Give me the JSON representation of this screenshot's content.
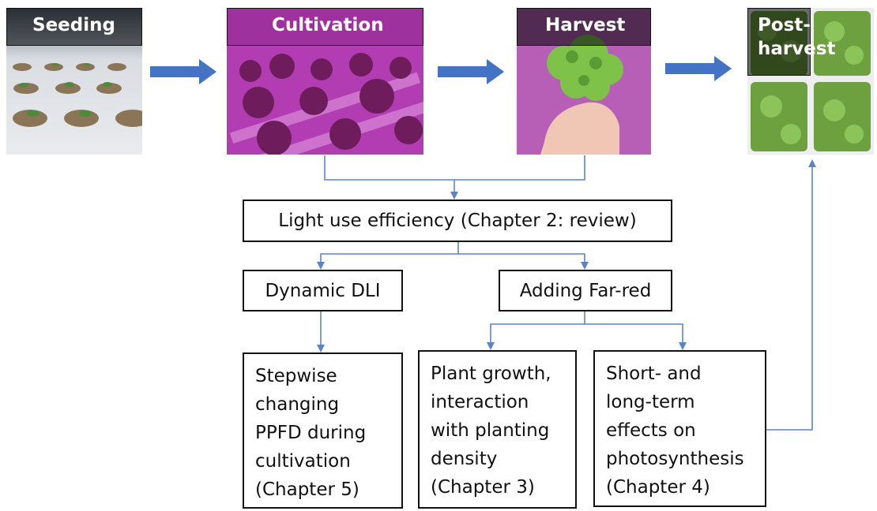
{
  "stages": {
    "seeding": "Seeding",
    "cultivation": "Cultivation",
    "harvest": "Harvest",
    "postharvest_line1": "Post-",
    "postharvest_line2": "harvest"
  },
  "boxes": {
    "light_use": "Light use efficiency (Chapter 2: review)",
    "dynamic_dli": "Dynamic DLI",
    "far_red": "Adding Far-red",
    "stepwise": [
      "Stepwise",
      "changing",
      "PPFD during",
      "cultivation",
      "(Chapter 5)"
    ],
    "plant_growth": [
      "Plant growth,",
      "interaction",
      "with planting",
      "density",
      "(Chapter 3)"
    ],
    "short_long": [
      "Short- and",
      "long-term",
      "effects on",
      "photosynthesis",
      "(Chapter 4)"
    ]
  },
  "colors": {
    "arrow": "#4472c4",
    "connector": "#5b84c8",
    "box_border": "#111111",
    "cultivation_tint": "#b23db3"
  }
}
